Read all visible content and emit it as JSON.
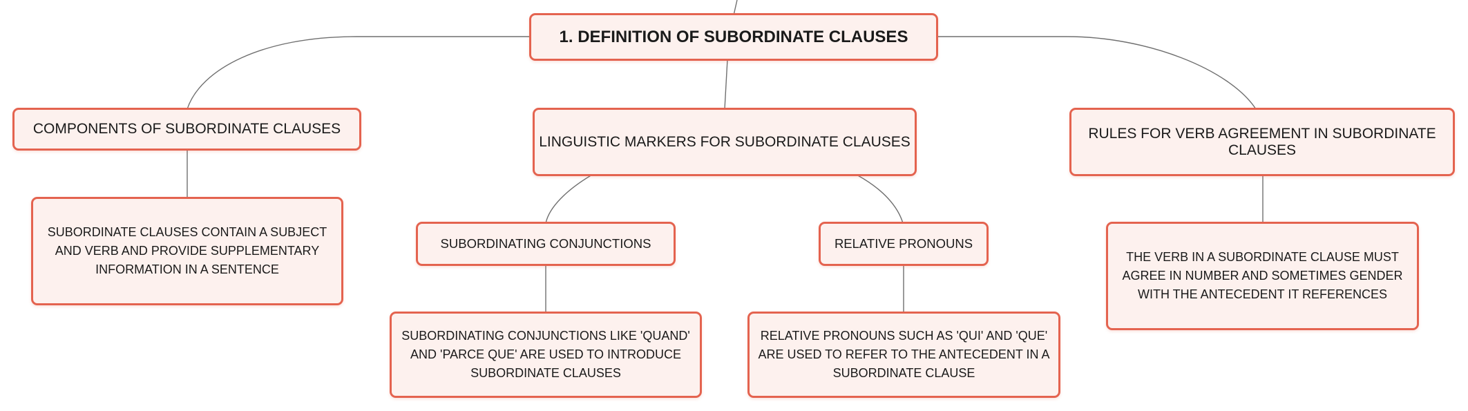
{
  "diagram": {
    "root": {
      "label": "1. DEFINITION OF SUBORDINATE CLAUSES"
    },
    "components": {
      "label": "COMPONENTS OF SUBORDINATE CLAUSES",
      "detail": "SUBORDINATE CLAUSES CONTAIN A SUBJECT AND VERB AND PROVIDE SUPPLEMENTARY INFORMATION IN A SENTENCE"
    },
    "markers": {
      "label": "LINGUISTIC MARKERS FOR SUBORDINATE CLAUSES",
      "conjunctions": {
        "label": "SUBORDINATING CONJUNCTIONS",
        "detail": "SUBORDINATING CONJUNCTIONS LIKE 'QUAND' AND 'PARCE QUE' ARE USED TO INTRODUCE SUBORDINATE CLAUSES"
      },
      "pronouns": {
        "label": "RELATIVE PRONOUNS",
        "detail": "RELATIVE PRONOUNS SUCH AS 'QUI' AND 'QUE' ARE USED TO REFER TO THE ANTECEDENT IN A SUBORDINATE CLAUSE"
      }
    },
    "agreement": {
      "label": "RULES FOR VERB AGREEMENT IN SUBORDINATE CLAUSES",
      "detail": "THE VERB IN A SUBORDINATE CLAUSE MUST AGREE IN NUMBER AND SOMETIMES GENDER WITH THE ANTECEDENT IT REFERENCES"
    }
  },
  "colors": {
    "node_border": "#e4634f",
    "node_fill": "#fdf1ee",
    "connector": "#6f6f6f",
    "text": "#1a1a1a"
  }
}
